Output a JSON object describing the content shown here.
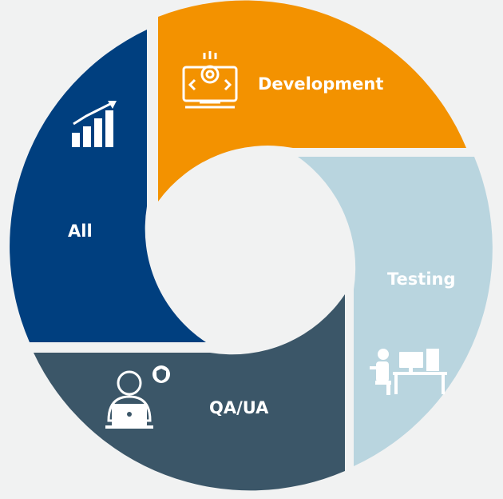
{
  "background_color": "#f1f2f2",
  "segments": [
    {
      "id": "development",
      "label": "Development",
      "color": "#f39200",
      "icon": "monitor-gear-icon"
    },
    {
      "id": "testing",
      "label": "Testing",
      "color": "#b9d5df",
      "icon": "person-at-computer-icon"
    },
    {
      "id": "qa",
      "label": "QA/UA",
      "color": "#3b5668",
      "icon": "user-laptop-shield-icon"
    },
    {
      "id": "all",
      "label": "All",
      "color": "#003f7f",
      "icon": "bar-chart-growth-icon"
    }
  ]
}
